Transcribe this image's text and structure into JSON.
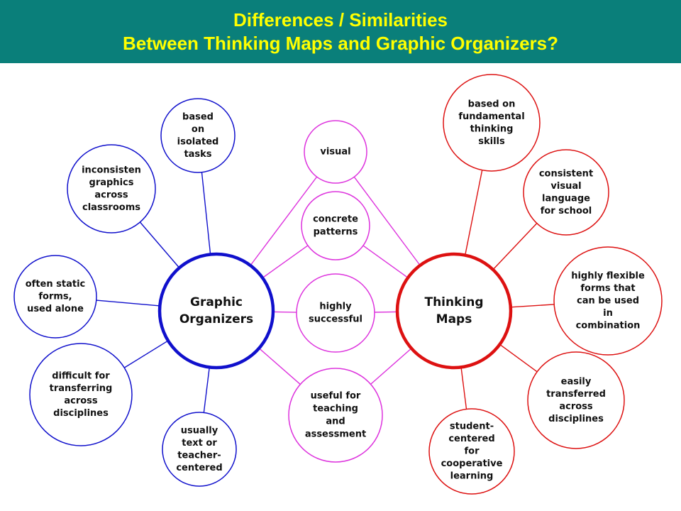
{
  "header": {
    "title_line1": "Differences / Similarities",
    "title_line2": "Between Thinking Maps and Graphic Organizers?"
  },
  "colors": {
    "header_bg": "#0a7f7a",
    "header_text": "#ffff00",
    "graphic_organizers": "#1010cc",
    "thinking_maps": "#dd1111",
    "shared": "#dd33dd"
  },
  "diagram": {
    "left_center": {
      "lines": [
        "Graphic",
        "Organizers"
      ]
    },
    "right_center": {
      "lines": [
        "Thinking",
        "Maps"
      ]
    },
    "left_items": [
      {
        "lines": [
          "based",
          "on",
          "isolated",
          "tasks"
        ]
      },
      {
        "lines": [
          "inconsisten",
          "graphics",
          "across",
          "classrooms"
        ]
      },
      {
        "lines": [
          "often static",
          "forms,",
          "used alone"
        ]
      },
      {
        "lines": [
          "difficult for",
          "transferring",
          "across",
          "disciplines"
        ]
      },
      {
        "lines": [
          "usually",
          "text or",
          "teacher-",
          "centered"
        ]
      }
    ],
    "shared_items": [
      {
        "lines": [
          "visual"
        ]
      },
      {
        "lines": [
          "concrete",
          "patterns"
        ]
      },
      {
        "lines": [
          "highly",
          "successful"
        ]
      },
      {
        "lines": [
          "useful for",
          "teaching",
          "and",
          "assessment"
        ]
      }
    ],
    "right_items": [
      {
        "lines": [
          "based on",
          "fundamental",
          "thinking",
          "skills"
        ]
      },
      {
        "lines": [
          "consistent",
          "visual",
          "language",
          "for school"
        ]
      },
      {
        "lines": [
          "highly flexible",
          "forms that",
          "can be used",
          "in",
          "combination"
        ]
      },
      {
        "lines": [
          "easily",
          "transferred",
          "across",
          "disciplines"
        ]
      },
      {
        "lines": [
          "student-",
          "centered",
          "for",
          "cooperative",
          "learning"
        ]
      }
    ]
  }
}
